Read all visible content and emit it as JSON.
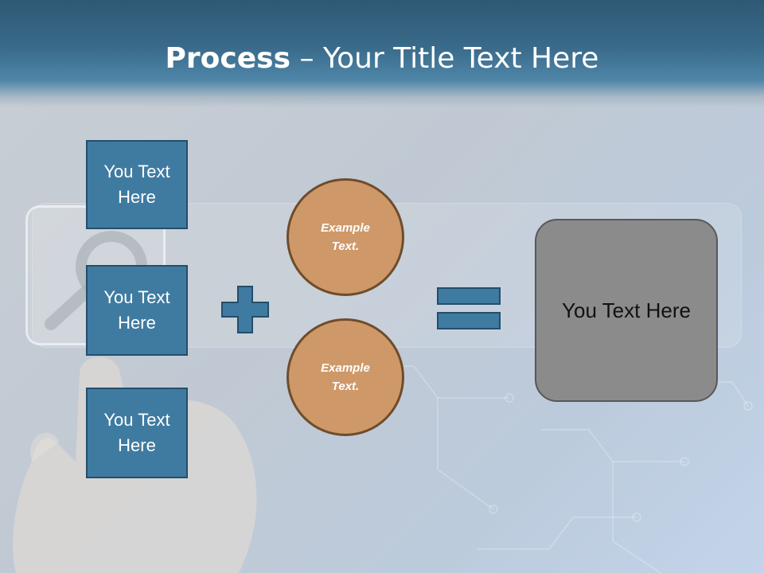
{
  "slide": {
    "title_bold": "Process",
    "title_rest": " – Your Title Text Here",
    "colors": {
      "header": "#3a6b8b",
      "box_fill": "#3f7ba1",
      "box_border": "#234e6c",
      "circle_fill": "#cf9868",
      "circle_border": "#6e4c2c",
      "result_fill": "#8b8b8b"
    }
  },
  "inputs": [
    {
      "line1": "You Text",
      "line2": "Here"
    },
    {
      "line1": "You Text",
      "line2": "Here"
    },
    {
      "line1": "You Text",
      "line2": "Here"
    }
  ],
  "operator_plus_icon": "plus-icon",
  "circles": [
    {
      "line1": "Example",
      "line2": "Text."
    },
    {
      "line1": "Example",
      "line2": "Text."
    }
  ],
  "operator_equals_icon": "equals-icon",
  "result": {
    "text": "You Text Here"
  }
}
